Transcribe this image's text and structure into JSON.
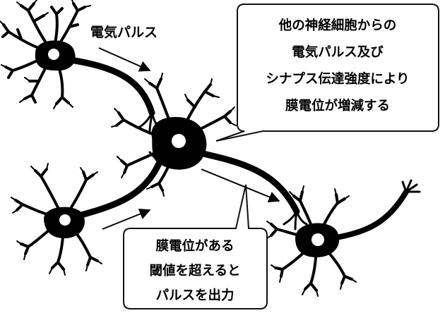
{
  "colors": {
    "ink": "#000000",
    "background": "#ffffff",
    "bubble_stroke": "#111111"
  },
  "labels": {
    "pulse": "電気パルス"
  },
  "bubble_top": {
    "lines": [
      "他の神経細胞からの",
      "電気パルス及び",
      "シナプス伝達強度により",
      "膜電位が増減する"
    ]
  },
  "bubble_bottom": {
    "lines": [
      "膜電位がある",
      "閾値を超えると",
      "パルスを出力"
    ]
  }
}
